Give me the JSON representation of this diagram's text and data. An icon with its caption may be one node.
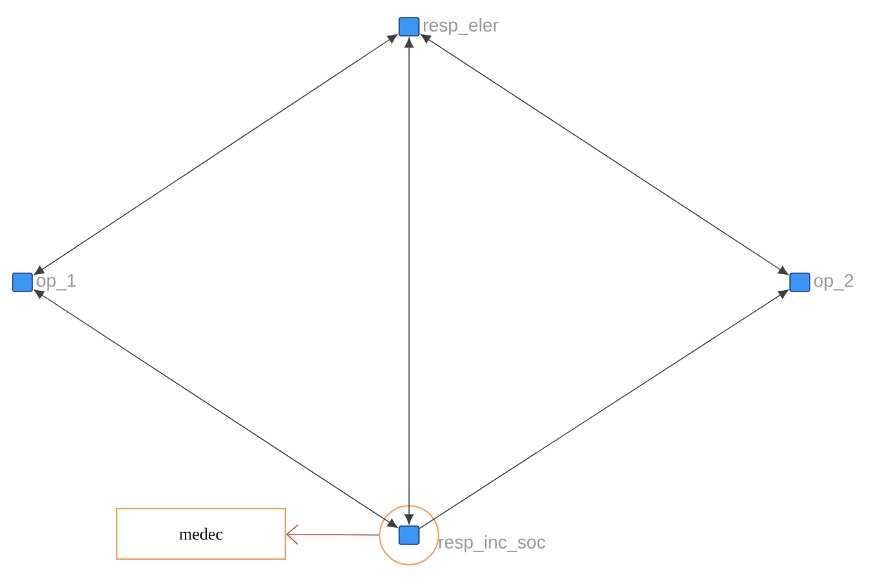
{
  "diagram": {
    "nodes": [
      {
        "text": [],
        "shape": "box",
        "beside": [
          "resp_eler"
        ]
      },
      {
        "text": [],
        "shape": "box",
        "beside": [
          "op_1"
        ]
      },
      {
        "text": [],
        "shape": "box",
        "beside": [
          "op_2"
        ]
      },
      {
        "text": [],
        "shape": "circle"
      },
      {
        "text": [],
        "shape": "box",
        "beside": [
          "resp_inc_soc"
        ],
        "in": 3
      },
      {
        "text": [
          "medec"
        ]
      }
    ],
    "edges": [
      {
        "from": 1,
        "to": 0,
        "arrow": "both"
      },
      {
        "from": 4,
        "to": 0,
        "arrow": "both"
      },
      {
        "from": 0,
        "to": 2,
        "arrow": "both"
      },
      {
        "from": 1,
        "to": 4,
        "arrow": "both"
      },
      {
        "from": 4,
        "to": 2,
        "arrow": "to"
      },
      {
        "from": 3,
        "to": 5,
        "arrow": "to",
        "color": "#c0392b"
      }
    ]
  }
}
